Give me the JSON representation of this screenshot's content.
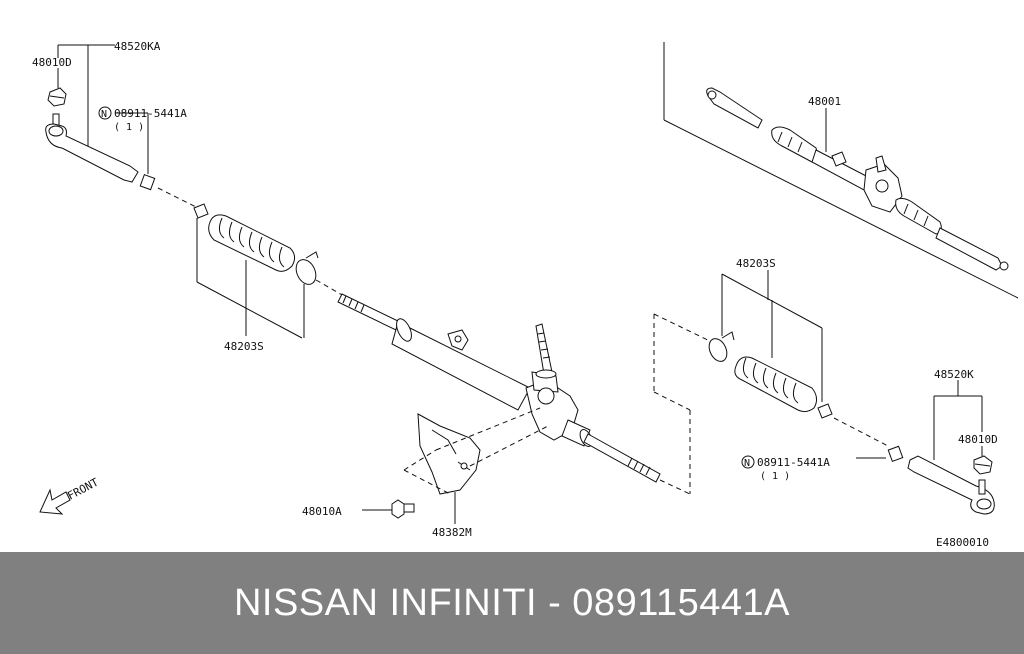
{
  "diagram": {
    "labels": {
      "nut_left": "48010D",
      "tie_rod_end_left": "48520KA",
      "lock_nut_left": "08911-5441A",
      "lock_nut_left_qty": "( 1 )",
      "boot_kit_left": "48203S",
      "gear_assembly": "48001",
      "boot_kit_right": "48203S",
      "tie_rod_end_right": "48520K",
      "nut_right": "48010D",
      "lock_nut_right": "08911-5441A",
      "lock_nut_right_qty": "( 1 )",
      "bolt": "48010A",
      "insulator": "48382M",
      "front": "FRONT",
      "drawing_code": "E4800010",
      "nut_symbol": "N"
    }
  },
  "footer": {
    "title": "NISSAN INFINITI - 089115441A",
    "background": "#808080",
    "text_color": "#ffffff"
  }
}
